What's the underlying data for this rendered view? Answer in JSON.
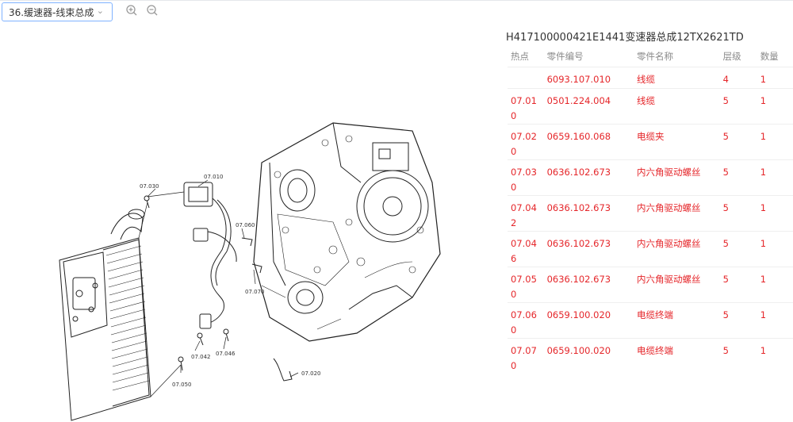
{
  "selector": {
    "value": "36.缓速器-线束总成"
  },
  "assembly_title": "H417100000421E1441变速器总成12TX2621TD",
  "table": {
    "headers": {
      "hotspot": "热点",
      "part_no": "零件编号",
      "part_name": "零件名称",
      "level": "层级",
      "qty": "数量"
    },
    "rows": [
      {
        "hotspot": "",
        "part_no": "6093.107.010",
        "part_name": "线缆",
        "level": "4",
        "qty": "1"
      },
      {
        "hotspot": "07.010",
        "part_no": "0501.224.004",
        "part_name": "线缆",
        "level": "5",
        "qty": "1"
      },
      {
        "hotspot": "07.020",
        "part_no": "0659.160.068",
        "part_name": "电缆夹",
        "level": "5",
        "qty": "1"
      },
      {
        "hotspot": "07.030",
        "part_no": "0636.102.673",
        "part_name": "内六角驱动螺丝",
        "level": "5",
        "qty": "1"
      },
      {
        "hotspot": "07.042",
        "part_no": "0636.102.673",
        "part_name": "内六角驱动螺丝",
        "level": "5",
        "qty": "1"
      },
      {
        "hotspot": "07.046",
        "part_no": "0636.102.673",
        "part_name": "内六角驱动螺丝",
        "level": "5",
        "qty": "1"
      },
      {
        "hotspot": "07.050",
        "part_no": "0636.102.673",
        "part_name": "内六角驱动螺丝",
        "level": "5",
        "qty": "1"
      },
      {
        "hotspot": "07.060",
        "part_no": "0659.100.020",
        "part_name": "电缆终端",
        "level": "5",
        "qty": "1"
      },
      {
        "hotspot": "07.070",
        "part_no": "0659.100.020",
        "part_name": "电缆终端",
        "level": "5",
        "qty": "1"
      }
    ]
  },
  "diagram_labels": {
    "l010": "07.010",
    "l020": "07.020",
    "l030": "07.030",
    "l042": "07.042",
    "l046": "07.046",
    "l050": "07.050",
    "l060": "07.060",
    "l070": "07.070"
  },
  "colors": {
    "accent_red": "#e5262a",
    "select_border": "#7fb2ff",
    "header_gray": "#8a8a8a"
  },
  "icons": {
    "zoom_in": "zoom-in-icon",
    "zoom_out": "zoom-out-icon",
    "dropdown": "chevron-down-icon"
  }
}
